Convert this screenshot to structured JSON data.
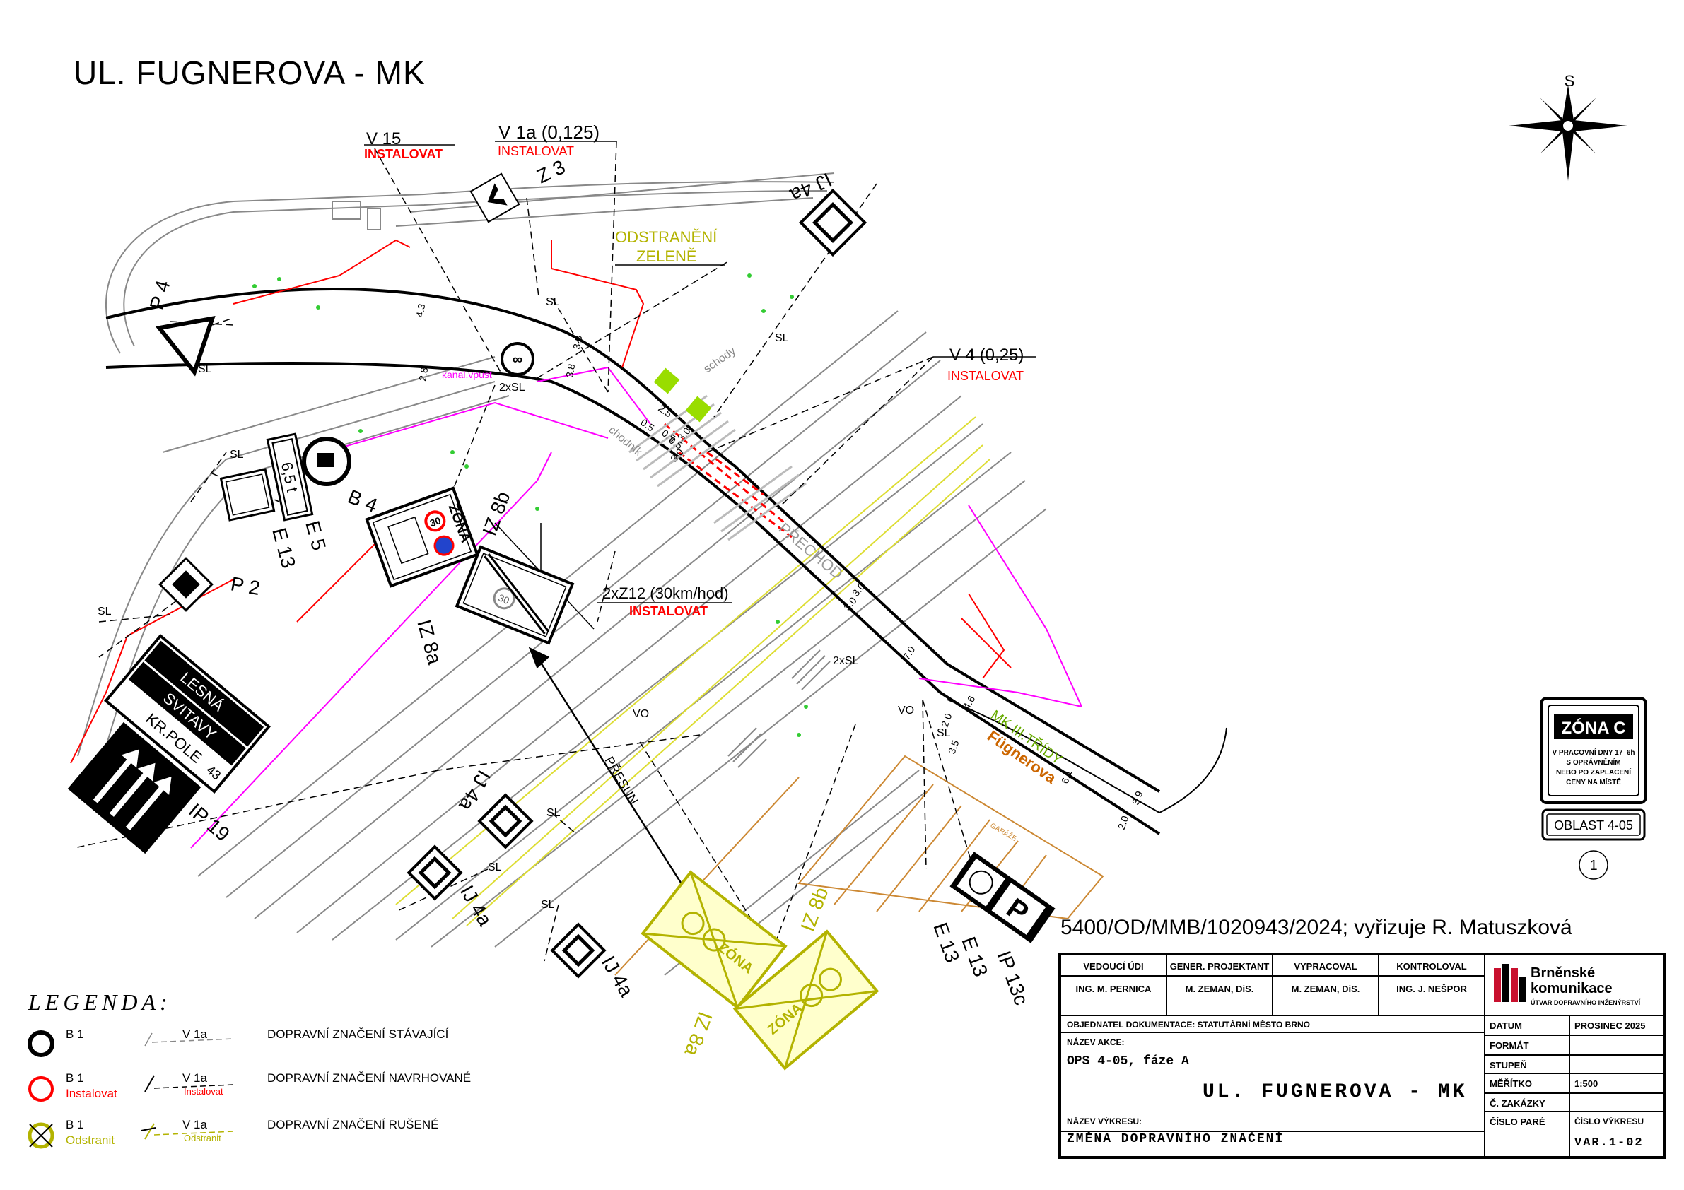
{
  "sheet": {
    "title": "UL. FUGNEROVA - MK",
    "reference": "5400/OD/MMB/1020943/2024; vyřizuje R. Matuszková",
    "compass": "S",
    "sheet_number": "1"
  },
  "colors": {
    "existing": "#000000",
    "new": "#ff0000",
    "removed": "#b3b300",
    "proposal_line": "#ff00ff",
    "green_marker": "#99dd00",
    "building": "#cc8833",
    "gray": "#888888"
  },
  "map_labels": {
    "v15": "V 15",
    "v15_action": "INSTALOVAT",
    "v1a": "V 1a (0,125)",
    "v1a_action": "INSTALOVAT",
    "z3": "Z 3",
    "ij4a_top": "IJ 4a",
    "odstraneni_1": "ODSTRANĚNÍ",
    "odstraneni_2": "ZELENĚ",
    "v4": "V 4 (0,25)",
    "v4_action": "INSTALOVAT",
    "p4": "P 4",
    "sl": "SL",
    "two_sl": "2xSL",
    "kanal": "kanal.vpust",
    "schody": "schody",
    "chodnik": "chodník",
    "prechod": "PŘECHOD",
    "b4": "B 4",
    "e13": "E 13",
    "e5": "E 5",
    "weight": "6,5 t",
    "iz8b": "IZ 8b",
    "iz8a": "IZ 8a",
    "zona": "ZÓNA",
    "z12": "2xZ12 (30km/hod)",
    "z12_action": "INSTALOVAT",
    "p2": "P 2",
    "ip19": "IP 19",
    "dir_lesna": "LESNÁ",
    "dir_svitavy": "SVITAVY",
    "dir_krpole": "KR.POLE",
    "dir_num": "43",
    "presun": "PŘESUN",
    "vo": "VO",
    "mk_label": "MK III.TŘÍDY",
    "street": "Fügnerova",
    "iz8b_lower": "IZ 8b",
    "iz8a_lower": "IZ 8a",
    "ij4a_a": "IJ 4a",
    "ij4a_b": "IJ 4a",
    "ij4a_c": "IJ 4a",
    "ip13c": "IP 13c",
    "e13_b": "E 13",
    "e13_c": "E 13",
    "garaze": "GARÁŽE",
    "zona30": "30",
    "dims": [
      "4.3",
      "2.8",
      "3.8",
      "3.8",
      "2.5",
      "0.5",
      "0.5",
      "0.5",
      "3.0",
      "3.0",
      "3.0",
      "3.0",
      "7.0",
      "4.6",
      "2.0",
      "3.5",
      "6.1",
      "3.9",
      "2.0"
    ]
  },
  "zone_sign": {
    "title": "ZÓNA C",
    "l1": "V PRACOVNÍ DNY 17–6h",
    "l2": "S OPRÁVNĚNÍM",
    "l3": "NEBO PO ZAPLACENÍ",
    "l4": "CENY NA MÍSTĚ",
    "oblast": "OBLAST 4-05"
  },
  "legend": {
    "title": "LEGENDA:",
    "rows": [
      {
        "sym": "B 1",
        "sub": "",
        "line": "V 1a",
        "line_sub": "",
        "desc": "DOPRAVNÍ ZNAČENÍ STÁVAJÍCÍ"
      },
      {
        "sym": "B 1",
        "sub": "Instalovat",
        "line": "V 1a",
        "line_sub": "Instalovat",
        "desc": "DOPRAVNÍ ZNAČENÍ NAVRHOVANÉ"
      },
      {
        "sym": "B 1",
        "sub": "Odstranit",
        "line": "V 1a",
        "line_sub": "Odstranit",
        "desc": "DOPRAVNÍ ZNAČENÍ RUŠENÉ"
      }
    ]
  },
  "title_block": {
    "roles": [
      "VEDOUCÍ ÚDI",
      "GENER. PROJEKTANT",
      "VYPRACOVAL",
      "KONTROLOVAL"
    ],
    "names": [
      "ING. M. PERNICA",
      "M. ZEMAN, DiS.",
      "M. ZEMAN, DiS.",
      "ING. J. NEŠPOR"
    ],
    "company_1": "Brněnské",
    "company_2": "komunikace",
    "company_3": "ÚTVAR DOPRAVNÍHO INŽENÝRSTVÍ",
    "objednatel": "OBJEDNATEL DOKUMENTACE:  STATUTÁRNÍ MĚSTO BRNO",
    "nazev_akce_label": "NÁZEV AKCE:",
    "nazev_akce": "OPS 4-05, fáze A",
    "project_title": "UL. FUGNEROVA - MK",
    "nazev_vykresu_label": "NÁZEV VÝKRESU:",
    "nazev_vykresu": "ZMĚNA DOPRAVNÍHO ZNAČENÍ",
    "datum_label": "DATUM",
    "datum": "PROSINEC 2025",
    "format_label": "FORMÁT",
    "stupen_label": "STUPEŇ",
    "meritko_label": "MĚŘÍTKO",
    "meritko": "1:500",
    "zakazky_label": "Č. ZAKÁZKY",
    "pare_label": "ČÍSLO PARÉ",
    "vykres_label": "ČÍSLO VÝKRESU",
    "vykres": "VAR.1-02"
  }
}
